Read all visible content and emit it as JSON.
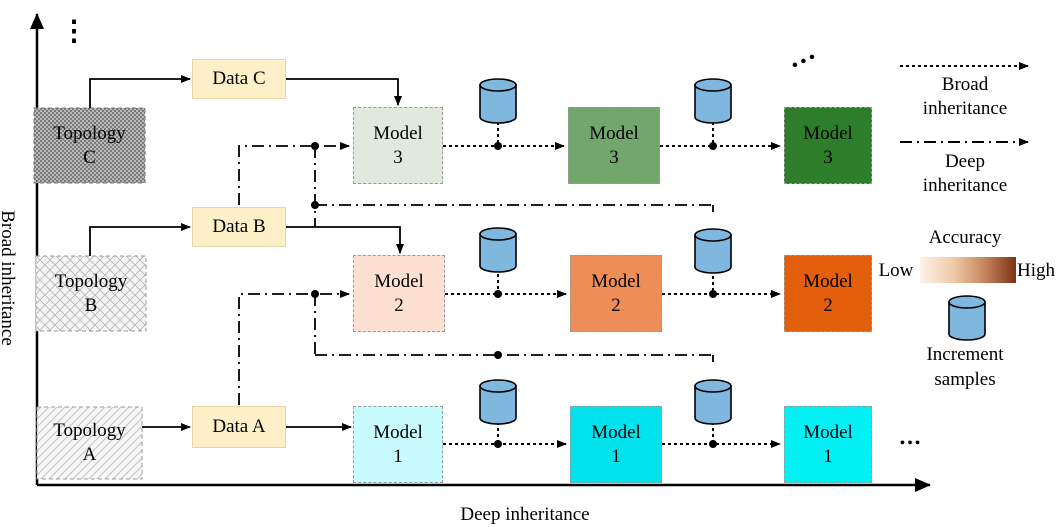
{
  "axes": {
    "x_label": "Deep inheritance",
    "y_label": "Broad inheritance",
    "vertical_ellipsis": "⋮",
    "diagonal_ellipsis": "···",
    "horizontal_ellipsis": "•••"
  },
  "topologies": [
    {
      "line1": "Topology",
      "line2": "C"
    },
    {
      "line1": "Topology",
      "line2": "B"
    },
    {
      "line1": "Topology",
      "line2": "A"
    }
  ],
  "data": [
    "Data C",
    "Data B",
    "Data A"
  ],
  "models": {
    "row3": [
      {
        "line1": "Model",
        "line2": "3"
      },
      {
        "line1": "Model",
        "line2": "3"
      },
      {
        "line1": "Model",
        "line2": "3"
      }
    ],
    "row2": [
      {
        "line1": "Model",
        "line2": "2"
      },
      {
        "line1": "Model",
        "line2": "2"
      },
      {
        "line1": "Model",
        "line2": "2"
      }
    ],
    "row1": [
      {
        "line1": "Model",
        "line2": "1"
      },
      {
        "line1": "Model",
        "line2": "1"
      },
      {
        "line1": "Model",
        "line2": "1"
      }
    ]
  },
  "colors": {
    "row3": [
      "#e1e9dc",
      "#72a66c",
      "#2e7d2b"
    ],
    "row2": [
      "#fde0d2",
      "#ef8d58",
      "#e45f0c"
    ],
    "row1": [
      "#c8fbfd",
      "#00e3ec",
      "#00f0f3"
    ],
    "cylinder": "#7fb7df",
    "legend_bg": "#ebebeb",
    "data_box": "#fdf0c8"
  },
  "legend": {
    "broad_line1": "Broad",
    "broad_line2": "inheritance",
    "deep_line1": "Deep",
    "deep_line2": "inheritance",
    "accuracy": "Accuracy",
    "low": "Low",
    "high": "High",
    "increment_line1": "Increment",
    "increment_line2": "samples"
  }
}
